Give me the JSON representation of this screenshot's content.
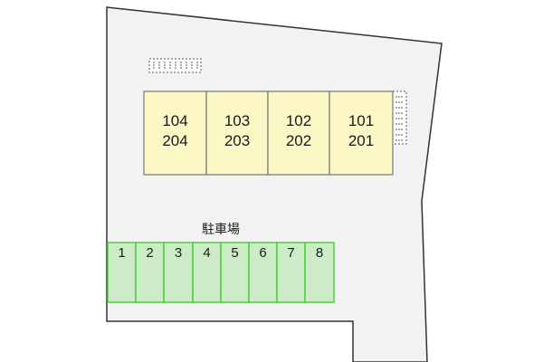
{
  "colors": {
    "background": "#ffffff",
    "site": "#f2f2f2",
    "site_border": "#333333",
    "building": "#fbf8c6",
    "building_border": "#777777",
    "parking_fill": "#cdebc7",
    "parking_border": "#4ccf3a",
    "text": "#1a1a1a"
  },
  "building": {
    "units": [
      {
        "upper": "104",
        "lower": "204"
      },
      {
        "upper": "103",
        "lower": "203"
      },
      {
        "upper": "102",
        "lower": "202"
      },
      {
        "upper": "101",
        "lower": "201"
      }
    ]
  },
  "parking": {
    "title": "駐車場",
    "slots": [
      "1",
      "2",
      "3",
      "4",
      "5",
      "6",
      "7",
      "8"
    ]
  }
}
